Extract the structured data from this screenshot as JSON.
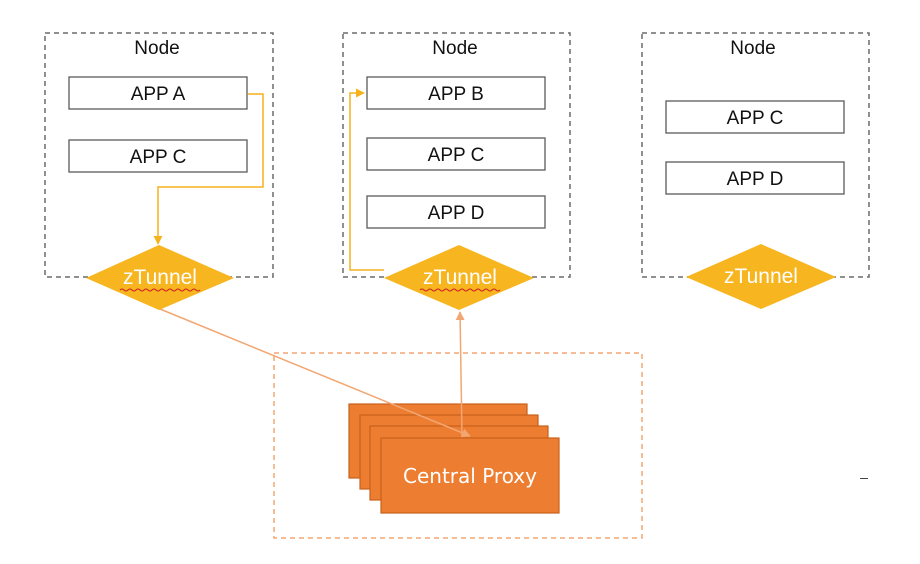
{
  "colors": {
    "node_border": "#6b6b6b",
    "app_border": "#5a5a5a",
    "ztunnel_fill": "#f7b51f",
    "ztunnel_underline": "#cc2222",
    "arrow_yellow": "#f5b21c",
    "arrow_orange": "#f2a672",
    "proxy_fill": "#ed7d31",
    "proxy_border": "#c8621c",
    "proxy_box_border": "#f2a672"
  },
  "nodes": [
    {
      "title": "Node",
      "apps": [
        "APP A",
        "APP C"
      ],
      "ztunnel": "zTunnel"
    },
    {
      "title": "Node",
      "apps": [
        "APP B",
        "APP C",
        "APP D"
      ],
      "ztunnel": "zTunnel"
    },
    {
      "title": "Node",
      "apps": [
        "APP C",
        "APP D"
      ],
      "ztunnel": "zTunnel"
    }
  ],
  "central_proxy": {
    "label": "Central Proxy"
  },
  "stray_mark": "–"
}
